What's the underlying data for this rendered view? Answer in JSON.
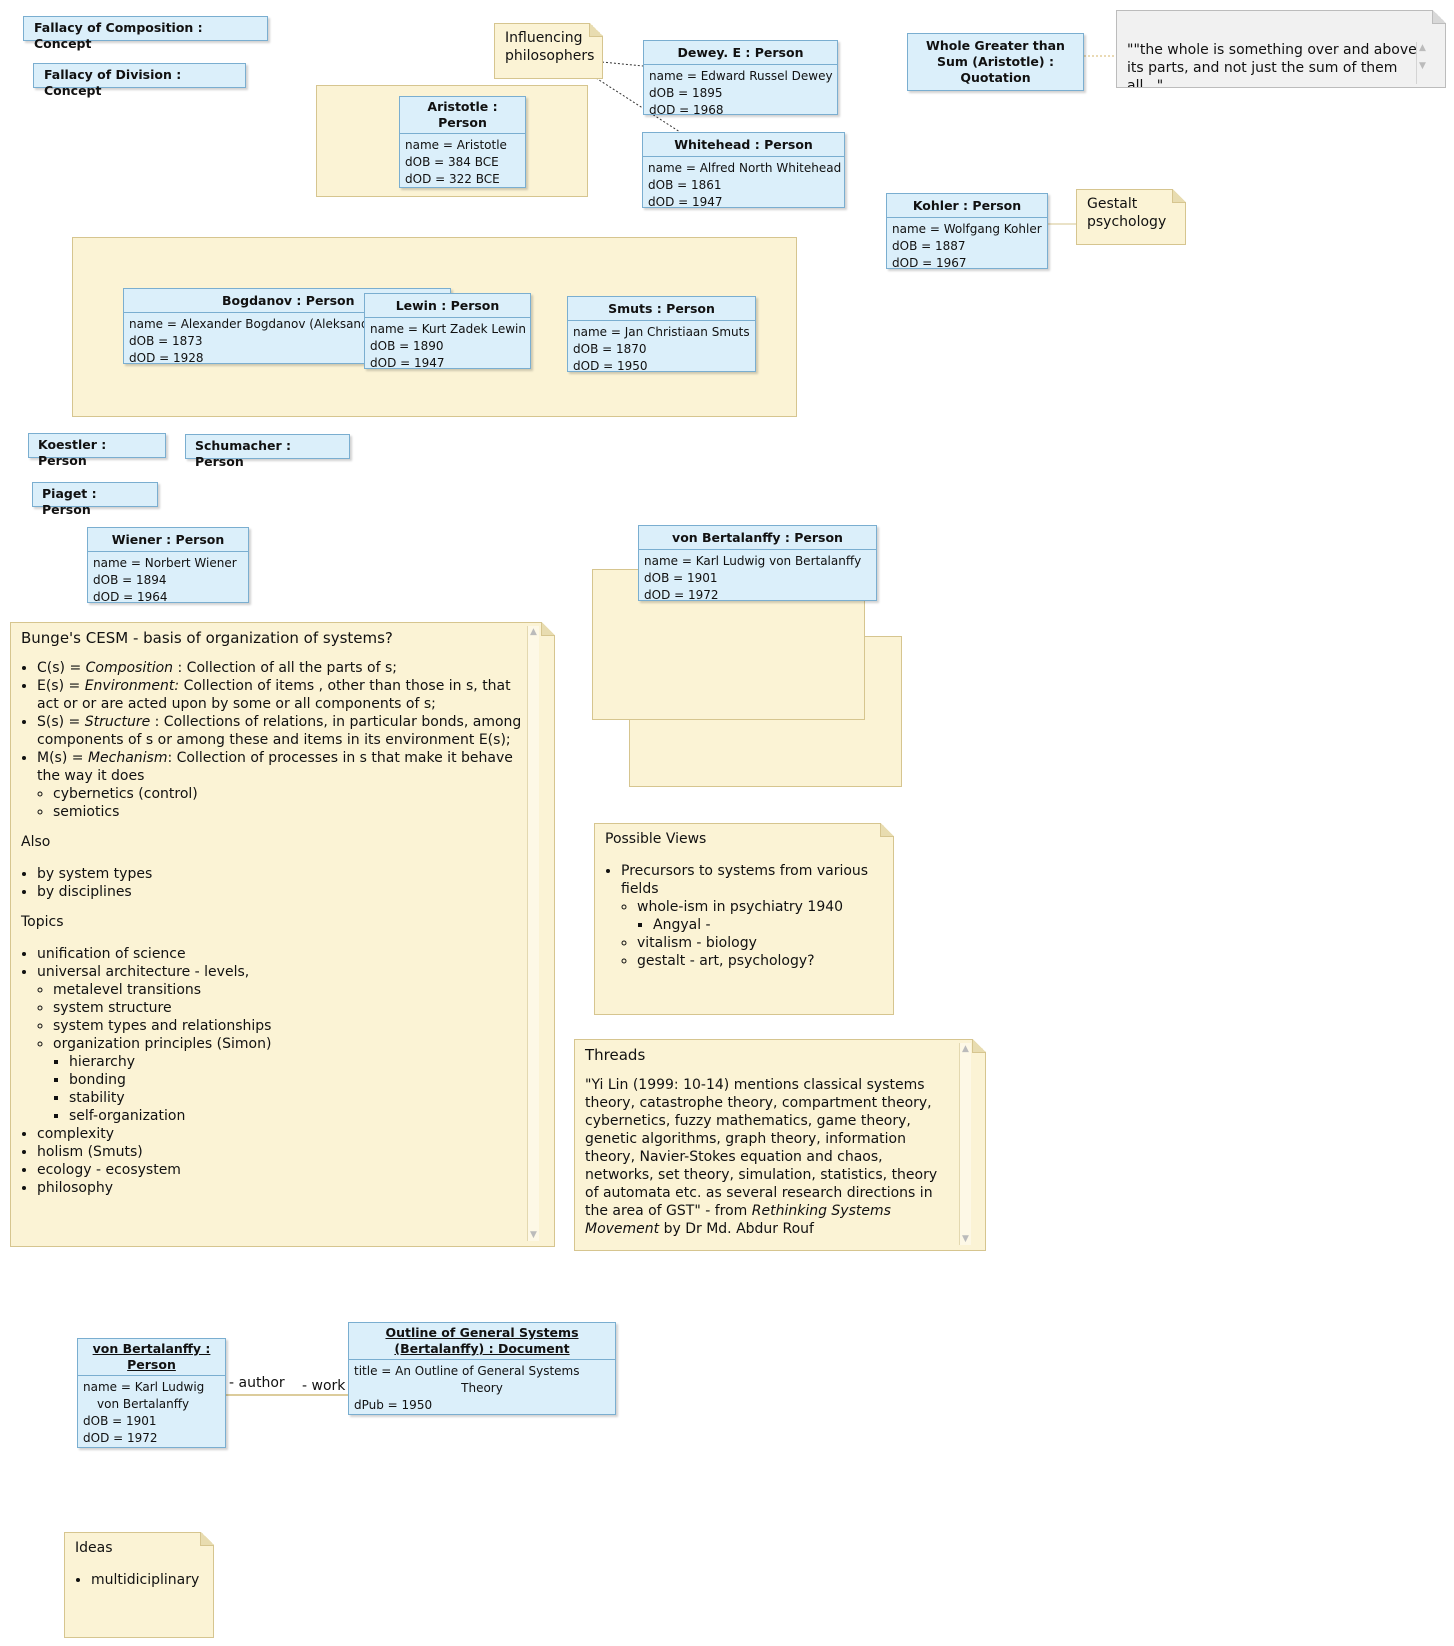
{
  "concepts": {
    "composition": "Fallacy of Composition : Concept",
    "division": "Fallacy of Division : Concept"
  },
  "notes": {
    "influencing": "Influencing philosophers",
    "gestalt": "Gestalt psychology"
  },
  "aristotle": {
    "title": "Aristotle : Person",
    "name": "name = Aristotle",
    "dob": "dOB = 384 BCE",
    "dod": "dOD = 322 BCE"
  },
  "dewey": {
    "title": "Dewey. E : Person",
    "name": "name = Edward Russel Dewey",
    "dob": "dOB = 1895",
    "dod": "dOD = 1968"
  },
  "whitehead": {
    "title": "Whitehead : Person",
    "name": "name = Alfred North Whitehead",
    "dob": "dOB = 1861",
    "dod": "dOD = 1947"
  },
  "whole": {
    "title": "Whole Greater than Sum (Aristotle) : Quotation"
  },
  "quote_text": "\"\"the whole is something over and above its parts, and not just the sum of them all...\"",
  "kohler": {
    "title": "Kohler : Person",
    "name": "name = Wolfgang Kohler",
    "dob": "dOB = 1887",
    "dod": "dOD = 1967"
  },
  "bogdanov": {
    "title": "Bogdanov : Person",
    "name": "name = Alexander Bogdanov (Aleksandr",
    "dob": "dOB = 1873",
    "dod": "dOD = 1928"
  },
  "lewin": {
    "title": "Lewin : Person",
    "name": "name = Kurt Zadek Lewin",
    "dob": "dOB = 1890",
    "dod": "dOD = 1947"
  },
  "smuts": {
    "title": "Smuts : Person",
    "name": "name = Jan Christiaan Smuts",
    "dob": "dOB = 1870",
    "dod": "dOD = 1950"
  },
  "koestler": {
    "title": "Koestler : Person"
  },
  "schumacher": {
    "title": "Schumacher : Person"
  },
  "piaget": {
    "title": "Piaget : Person"
  },
  "wiener": {
    "title": "Wiener : Person",
    "name": "name = Norbert Wiener",
    "dob": "dOB = 1894",
    "dod": "dOD = 1964"
  },
  "bertalanffy": {
    "title": "von Bertalanffy : Person",
    "name": "name = Karl Ludwig von Bertalanffy",
    "dob": "dOB = 1901",
    "dod": "dOD = 1972"
  },
  "bunge": {
    "title": "Bunge's CESM - basis of organization of systems?",
    "c_pre": "C(s) = ",
    "c_em": "Composition",
    "c_post": " : Collection of all the parts of s;",
    "e_pre": "E(s) = ",
    "e_em": "Environment:",
    "e_post": "  Collection of items , other than those in s, that act or or are acted upon by some or all components of s;",
    "s_pre": "S(s) = ",
    "s_em": "Structure",
    "s_post": " : Collections of relations, in particular bonds, among components of s or among these and items in its environment E(s);",
    "m_pre": "M(s) = ",
    "m_em": "Mechanism",
    "m_post": ": Collection of processes in s that make it behave the way it does",
    "m_sub1": "cybernetics (control)",
    "m_sub2": "semiotics",
    "also": "Also",
    "also1": "by system types",
    "also2": "by disciplines",
    "topics": "Topics",
    "t1": "unification of science",
    "t2": "universal architecture - levels,",
    "t2a": "metalevel transitions",
    "t2b": "system structure",
    "t2c": "system types and relationships",
    "t2d": "organization principles (Simon)",
    "t2d1": "hierarchy",
    "t2d2": "bonding",
    "t2d3": "stability",
    "t2d4": "self-organization",
    "t3": "complexity",
    "t4": "holism (Smuts)",
    "t5": "ecology - ecosystem",
    "t6": "philosophy"
  },
  "views": {
    "title": "Possible Views",
    "i1": "Precursors to systems from various fields",
    "i1a": "whole-ism in psychiatry 1940",
    "i1a1": "Angyal -",
    "i1b": "vitalism - biology",
    "i1c": "gestalt - art, psychology?"
  },
  "threads": {
    "title": "Threads",
    "text_pre": "\"Yi Lin (1999: 10-14) mentions classical systems theory, catastrophe theory, compartment theory, cybernetics, fuzzy mathematics, game theory, genetic algorithms, graph theory, information theory, Navier-Stokes equation and chaos, networks, set theory, simulation, statistics, theory of automata etc. as several research directions in the area of GST\" - from ",
    "text_em": "Rethinking Systems Movement",
    "text_post": " by Dr Md. Abdur Rouf"
  },
  "author_box": {
    "title1": "von Bertalanffy :",
    "title2": "Person",
    "name1": "name = Karl Ludwig",
    "name2": "von Bertalanffy",
    "dob": "dOB = 1901",
    "dod": "dOD = 1972"
  },
  "doc_box": {
    "title1": "Outline of General Systems",
    "title2": "(Bertalanffy) : Document",
    "title_attr1": "title = An Outline of General Systems",
    "title_attr2": "Theory",
    "dpub": "dPub = 1950"
  },
  "assoc": {
    "author": "- author",
    "work": "- work"
  },
  "ideas": {
    "title": "Ideas",
    "i1": "multidiciplinary"
  }
}
